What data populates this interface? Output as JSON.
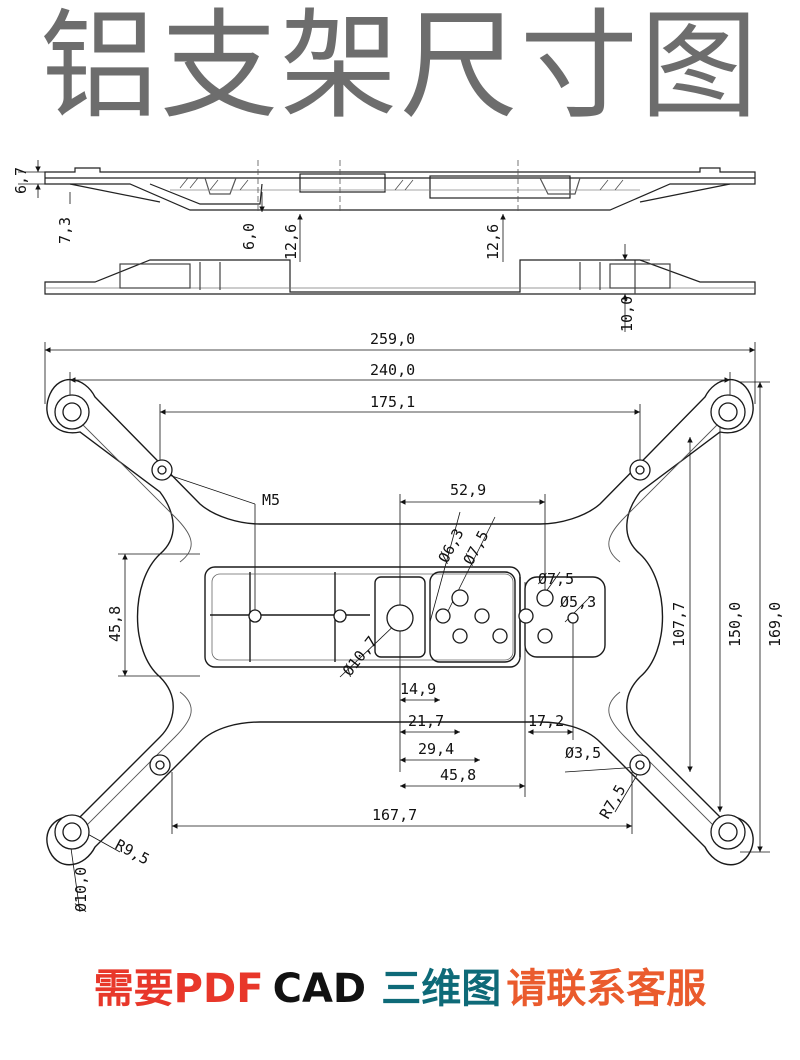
{
  "title": "铝支架尺寸图",
  "dimensions": {
    "side_top": [
      "6,7",
      "7,3",
      "6,0",
      "12,6",
      "12,6"
    ],
    "side_bottom": [
      "10,0"
    ],
    "overall_width": "259,0",
    "mount_width": "240,0",
    "inner_width": "175,1",
    "hole_span": "52,9",
    "thread": "M5",
    "d63": "Ø6,3",
    "d75a": "Ø7,5",
    "d75b": "Ø7,5",
    "d53": "Ø5,3",
    "d10_7": "Ø10,7",
    "h45_8": "45,8",
    "h107_7": "107,7",
    "h150": "150,0",
    "h169": "169,0",
    "w14_9": "14,9",
    "w21_7": "21,7",
    "w29_4": "29,4",
    "w45_8": "45,8",
    "w17_2": "17,2",
    "d3_5": "Ø3,5",
    "r7_5": "R7,5",
    "w167_7": "167,7",
    "r9_5": "R9,5",
    "d10": "Ø10,0"
  },
  "footer": {
    "part1": "需要PDF",
    "part2": "CAD",
    "part3": "三维图",
    "part4": "请联系客服"
  },
  "colors": {
    "title": "#6d6d6d",
    "footer_red": "#e8372a",
    "footer_black": "#111111",
    "footer_teal": "#0e6a78",
    "footer_orange": "#ea5b2d"
  }
}
